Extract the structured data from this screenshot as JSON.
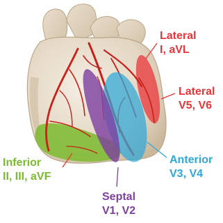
{
  "colors": {
    "lateral": "#e8353a",
    "anterior": "#2ea8d8",
    "inferior": "#7bbb2e",
    "septal": "#7d3fa0",
    "vessel": "#c8201a",
    "heart_base": "#e7dccb"
  },
  "labels": {
    "lateral_high": {
      "title": "Lateral",
      "leads": "I, aVL"
    },
    "lateral_low": {
      "title": "Lateral",
      "leads": "V5, V6"
    },
    "anterior": {
      "title": "Anterior",
      "leads": "V3, V4"
    },
    "inferior": {
      "title": "Inferior",
      "leads": "II, III, aVF"
    },
    "septal": {
      "title": "Septal",
      "leads": "V1, V2"
    }
  }
}
